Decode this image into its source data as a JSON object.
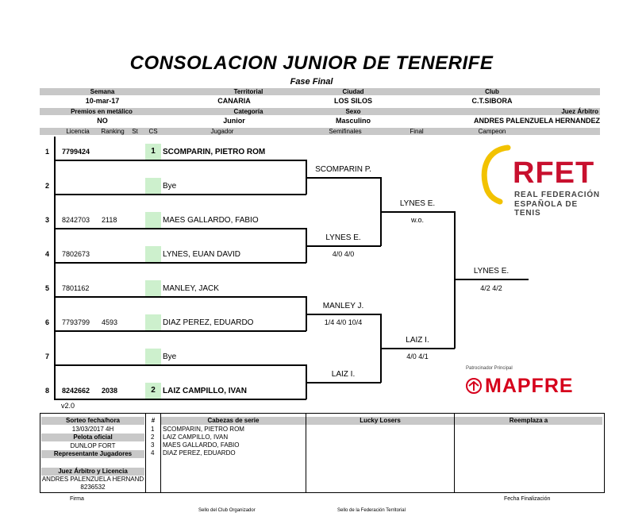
{
  "header": {
    "title": "CONSOLACION JUNIOR DE TENERIFE",
    "subtitle": "Fase Final",
    "semana_label": "Semana",
    "semana": "10-mar-17",
    "territorial_label": "Territorial",
    "territorial": "CANARIA",
    "ciudad_label": "Ciudad",
    "ciudad": "LOS SILOS",
    "club_label": "Club",
    "club": "C.T.SIBORA",
    "premios_label": "Premios en metálico",
    "premios": "NO",
    "categoria_label": "Categoría",
    "categoria": "Junior",
    "sexo_label": "Sexo",
    "sexo": "Masculino",
    "juez_label": "Juez Árbitro",
    "juez": "ANDRES PALENZUELA HERNANDEZ"
  },
  "columns": {
    "licencia": "Licencia",
    "ranking": "Ranking",
    "st": "St",
    "cs": "CS",
    "jugador": "Jugador",
    "semifinales": "Semifinales",
    "final": "Final",
    "campeon": "Campeon"
  },
  "players": [
    {
      "num": "1",
      "licencia": "7799424",
      "ranking": "",
      "seed": "1",
      "name": "SCOMPARIN, PIETRO ROM"
    },
    {
      "num": "2",
      "licencia": "",
      "ranking": "",
      "seed": "",
      "name": "Bye"
    },
    {
      "num": "3",
      "licencia": "8242703",
      "ranking": "2118",
      "seed": "",
      "name": "MAES GALLARDO, FABIO"
    },
    {
      "num": "4",
      "licencia": "7802673",
      "ranking": "",
      "seed": "",
      "name": "LYNES, EUAN DAVID"
    },
    {
      "num": "5",
      "licencia": "7801162",
      "ranking": "",
      "seed": "",
      "name": "MANLEY, JACK"
    },
    {
      "num": "6",
      "licencia": "7793799",
      "ranking": "4593",
      "seed": "",
      "name": "DIAZ PEREZ, EDUARDO"
    },
    {
      "num": "7",
      "licencia": "",
      "ranking": "",
      "seed": "",
      "name": "Bye"
    },
    {
      "num": "8",
      "licencia": "8242662",
      "ranking": "2038",
      "seed": "2",
      "name": "LAIZ CAMPILLO, IVAN"
    }
  ],
  "semifinals": [
    {
      "winner": "SCOMPARIN P.",
      "score": ""
    },
    {
      "winner": "LYNES E.",
      "score": "4/0 4/0"
    },
    {
      "winner": "MANLEY J.",
      "score": "1/4 4/0 10/4"
    },
    {
      "winner": "LAIZ I.",
      "score": ""
    }
  ],
  "finals": [
    {
      "winner": "LYNES E.",
      "score": "w.o."
    },
    {
      "winner": "LAIZ I.",
      "score": "4/0 4/1"
    }
  ],
  "champion": {
    "winner": "LYNES E.",
    "score": "4/2 4/2"
  },
  "version": "v2.0",
  "logos": {
    "rfet_text": "RFET",
    "rfet_line1": "REAL FEDERACIÓN",
    "rfet_line2": "ESPAÑOLA DE TENIS",
    "patrocinador": "Patrocinador Principal",
    "mapfre": "MAPFRE"
  },
  "footer": {
    "sorteo_label": "Sorteo fecha/hora",
    "sorteo": "13/03/2017 4H",
    "pelota_label": "Pelota oficial",
    "pelota": "DUNLOP FORT",
    "representante_label": "Representante Jugadores",
    "juez_label": "Juez Árbitro y Licencia",
    "juez_nombre": "ANDRES PALENZUELA HERNAND",
    "juez_licencia": "8236532",
    "hash": "#",
    "cabezas_label": "Cabezas  de serie",
    "cabezas": [
      {
        "n": "1",
        "name": "SCOMPARIN, PIETRO ROM"
      },
      {
        "n": "2",
        "name": "LAIZ CAMPILLO, IVAN"
      },
      {
        "n": "3",
        "name": "MAES GALLARDO, FABIO"
      },
      {
        "n": "4",
        "name": "DIAZ PEREZ, EDUARDO"
      }
    ],
    "lucky_label": "Lucky Losers",
    "reemplaza_label": "Reemplaza a",
    "firma": "Firma",
    "fecha_fin": "Fecha Finalización",
    "sello_club": "Sello del Club Organizador",
    "sello_fed": "Sello de la Federación Territorial"
  },
  "colors": {
    "seed_bg": "#cdf0cd",
    "header_gray": "#c8c8c8",
    "rfet_red": "#c8102e",
    "rfet_yellow": "#f2c200",
    "mapfre_red": "#d6001c"
  }
}
